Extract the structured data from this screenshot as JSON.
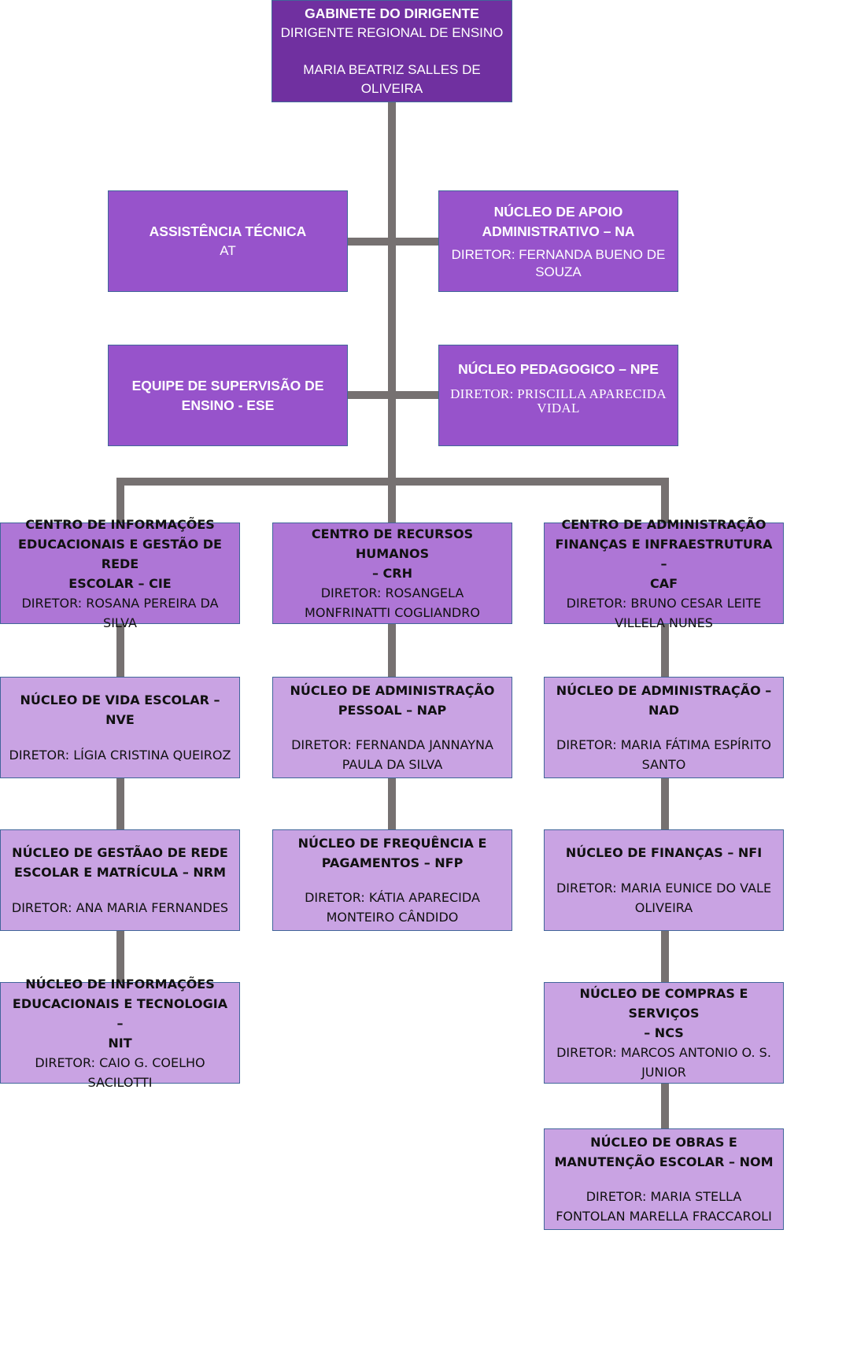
{
  "chart": {
    "root": {
      "title": "GABINETE DO DIRIGENTE",
      "role": "DIRIGENTE REGIONAL DE ENSINO",
      "name_line1": "MARIA BEATRIZ SALLES DE",
      "name_line2": "OLIVEIRA"
    },
    "staff": {
      "at": {
        "title": "ASSISTÊNCIA TÉCNICA",
        "sub": "AT"
      },
      "na": {
        "title_line1": "NÚCLEO DE APOIO",
        "title_line2": "ADMINISTRATIVO – NA",
        "director_line1": "DIRETOR: FERNANDA BUENO DE",
        "director_line2": "SOUZA"
      },
      "ese": {
        "title_line1": "EQUIPE DE SUPERVISÃO DE",
        "title_line2": "ENSINO - ESE"
      },
      "npe": {
        "title": "NÚCLEO PEDAGOGICO – NPE",
        "director_line1": "DIRETOR: PRISCILLA APARECIDA",
        "director_line2": "VIDAL"
      }
    },
    "centers": {
      "cie": {
        "title_lines": [
          "CENTRO DE INFORMAÇÕES",
          "EDUCACIONAIS E GESTÃO DE REDE",
          "ESCOLAR – CIE"
        ],
        "director_lines": [
          "DIRETOR: ROSANA PEREIRA DA",
          "SILVA"
        ],
        "children": [
          {
            "title_lines": [
              "NÚCLEO DE VIDA ESCOLAR – NVE"
            ],
            "director_lines": [
              "DIRETOR: LÍGIA CRISTINA QUEIROZ"
            ]
          },
          {
            "title_lines": [
              "NÚCLEO DE GESTÃAO DE REDE",
              "ESCOLAR E MATRÍCULA – NRM"
            ],
            "director_lines": [
              "DIRETOR: ANA MARIA FERNANDES"
            ]
          },
          {
            "title_lines": [
              "NÚCLEO DE INFORMAÇÕES",
              "EDUCACIONAIS E TECNOLOGIA –",
              "NIT"
            ],
            "director_lines": [
              "DIRETOR: CAIO G. COELHO",
              "SACILOTTI"
            ]
          }
        ]
      },
      "crh": {
        "title_lines": [
          "CENTRO DE RECURSOS HUMANOS",
          "– CRH"
        ],
        "director_lines": [
          "DIRETOR: ROSANGELA",
          "MONFRINATTI COGLIANDRO"
        ],
        "children": [
          {
            "title_lines": [
              "NÚCLEO DE ADMINISTRAÇÃO",
              "PESSOAL – NAP"
            ],
            "director_lines": [
              "DIRETOR: FERNANDA JANNAYNA",
              "PAULA DA SILVA"
            ]
          },
          {
            "title_lines": [
              "NÚCLEO DE FREQUÊNCIA E",
              "PAGAMENTOS – NFP"
            ],
            "director_lines": [
              "DIRETOR: KÁTIA APARECIDA",
              "MONTEIRO CÂNDIDO"
            ]
          }
        ]
      },
      "caf": {
        "title_lines": [
          "CENTRO DE ADMINISTRAÇÃO",
          "FINANÇAS E INFRAESTRUTURA –",
          "CAF"
        ],
        "director_lines": [
          "DIRETOR: BRUNO CESAR LEITE",
          "VILLELA NUNES"
        ],
        "children": [
          {
            "title_lines": [
              "NÚCLEO DE ADMINISTRAÇÃO –",
              "NAD"
            ],
            "director_lines": [
              "DIRETOR: MARIA FÁTIMA ESPÍRITO",
              "SANTO"
            ]
          },
          {
            "title_lines": [
              "NÚCLEO DE FINANÇAS – NFI"
            ],
            "director_lines": [
              "DIRETOR: MARIA EUNICE DO VALE",
              "OLIVEIRA"
            ]
          },
          {
            "title_lines": [
              "NÚCLEO DE COMPRAS E SERVIÇOS",
              "– NCS"
            ],
            "director_lines": [
              "DIRETOR: MARCOS ANTONIO O. S.",
              "JUNIOR"
            ]
          },
          {
            "title_lines": [
              "NÚCLEO DE OBRAS E",
              "MANUTENÇÃO ESCOLAR – NOM"
            ],
            "director_lines": [
              "DIRETOR: MARIA STELLA",
              "FONTOLAN MARELLA FRACCAROLI"
            ]
          }
        ]
      }
    }
  }
}
